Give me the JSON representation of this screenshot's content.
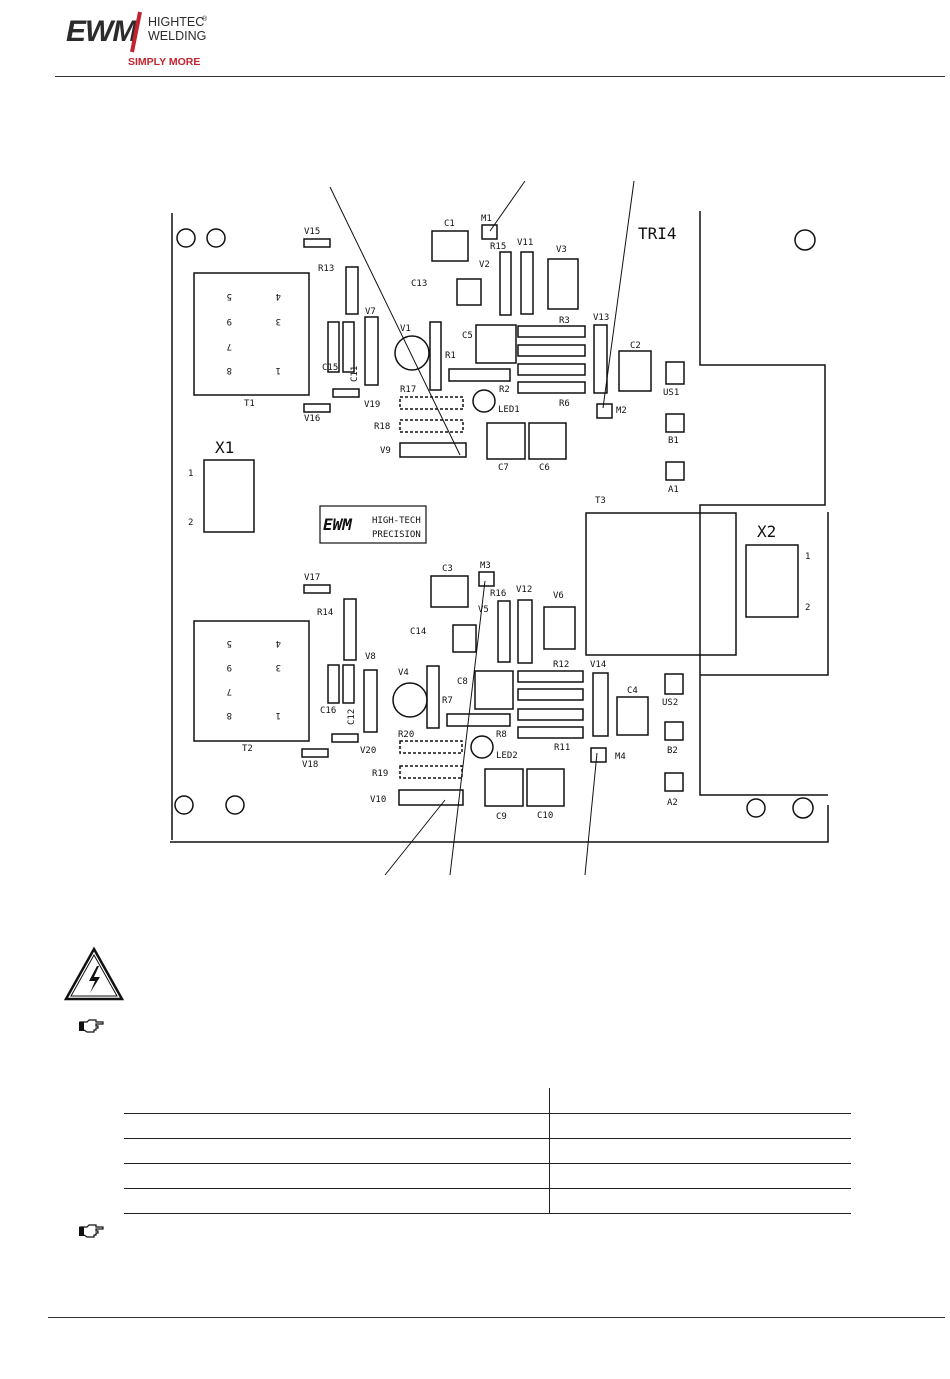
{
  "header": {
    "logo": {
      "brand": "EWM",
      "line1": "HIGHTEC",
      "registered": "®",
      "line2": "WELDING",
      "tagline": "SIMPLY MORE",
      "accent": "#c2232f"
    }
  },
  "figure": {
    "board_name": "TRI4",
    "connectors": {
      "x1": {
        "name": "X1",
        "pin1": "1",
        "pin2": "2"
      },
      "x2": {
        "name": "X2",
        "pin1": "1",
        "pin2": "2"
      }
    },
    "board_logo": {
      "brand": "EWM",
      "line1": "HIGH-TECH",
      "line2": "PRECISION"
    },
    "transformer_digits": [
      "5",
      "4",
      "9",
      "3",
      "7",
      "8",
      "1"
    ],
    "labels": {
      "t1": "T1",
      "t2": "T2",
      "t3": "T3",
      "v15": "V15",
      "v16": "V16",
      "v17": "V17",
      "v18": "V18",
      "v19": "V19",
      "v20": "V20",
      "v7": "V7",
      "v8": "V8",
      "v1": "V1",
      "v4": "V4",
      "v2": "V2",
      "v5": "V5",
      "v3": "V3",
      "v6": "V6",
      "v9": "V9",
      "v10": "V10",
      "v11": "V11",
      "v12": "V12",
      "v13": "V13",
      "v14": "V14",
      "r1": "R1",
      "r2": "R2",
      "r3": "R3",
      "r6": "R6",
      "r7": "R7",
      "r8": "R8",
      "r11": "R11",
      "r12": "R12",
      "r13": "R13",
      "r14": "R14",
      "r15": "R15",
      "r16": "R16",
      "r17": "R17",
      "r18": "R18",
      "r19": "R19",
      "r20": "R20",
      "c1": "C1",
      "c2": "C2",
      "c3": "C3",
      "c4": "C4",
      "c5": "C5",
      "c6": "C6",
      "c7": "C7",
      "c8": "C8",
      "c9": "C9",
      "c10": "C10",
      "c11": "C11",
      "c12": "C12",
      "c13": "C13",
      "c14": "C14",
      "c15": "C15",
      "c16": "C16",
      "m1": "M1",
      "m2": "M2",
      "m3": "M3",
      "m4": "M4",
      "led1": "LED1",
      "led2": "LED2",
      "us1": "US1",
      "us2": "US2",
      "b1": "B1",
      "b2": "B2",
      "a1": "A1",
      "a2": "A2"
    }
  },
  "notes": {
    "warning_icon": "high-voltage-warning-icon",
    "hint_icon": "pointing-hand-icon"
  },
  "table": {
    "rows": 5,
    "columns": 2
  }
}
